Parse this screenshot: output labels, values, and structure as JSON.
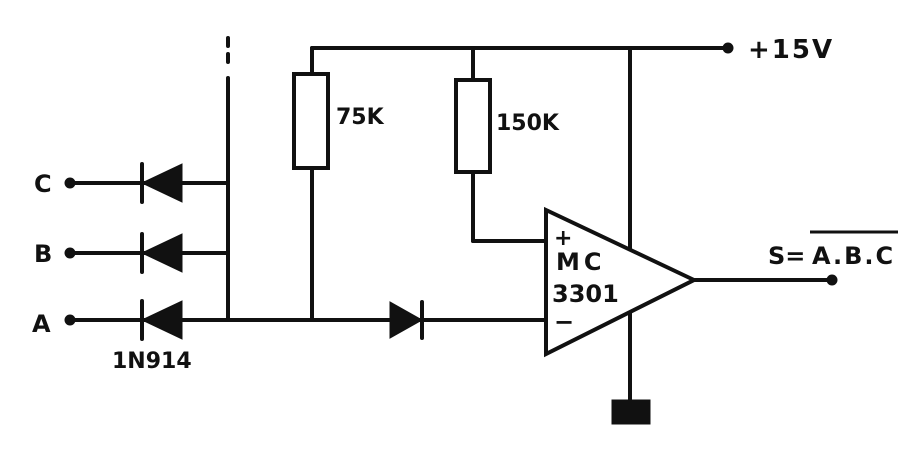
{
  "labels": {
    "supply": "+15V",
    "r1": "75K",
    "r2": "150K",
    "input_c": "C",
    "input_b": "B",
    "input_a": "A",
    "diode_part": "1N914",
    "opamp_line1": "MC",
    "opamp_line2": "3301",
    "opamp_plus": "+",
    "opamp_minus": "−",
    "output_prefix": "S=",
    "output_expr": "A.B.C"
  },
  "colors": {
    "ink": "#111111",
    "paper": "#ffffff"
  }
}
